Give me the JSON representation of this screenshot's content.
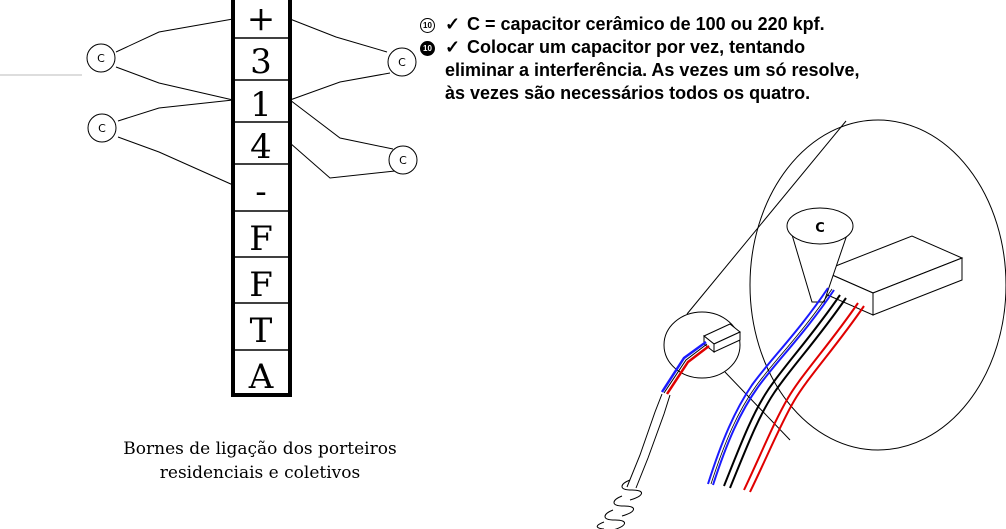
{
  "terminals": [
    "+",
    "3",
    "1",
    "4",
    "-",
    "F",
    "F",
    "T",
    "A"
  ],
  "capacitor_label": "C",
  "zoom_capacitor_label": "C",
  "notes": {
    "line1": "C = capacitor cerâmico de 100 ou 220 kpf.",
    "line2": "Colocar um capacitor por vez, tentando",
    "line2_cont1": "eliminar a interferência. As vezes um só resolve,",
    "line2_cont2": "às vezes são necessários todos os quatro."
  },
  "caption": {
    "line1": "Bornes de ligação dos porteiros",
    "line2": "residenciais e coletivos"
  },
  "colors": {
    "wire_blue": "#1a1aff",
    "wire_red": "#e00000",
    "wire_black": "#000000",
    "line": "#000000"
  }
}
